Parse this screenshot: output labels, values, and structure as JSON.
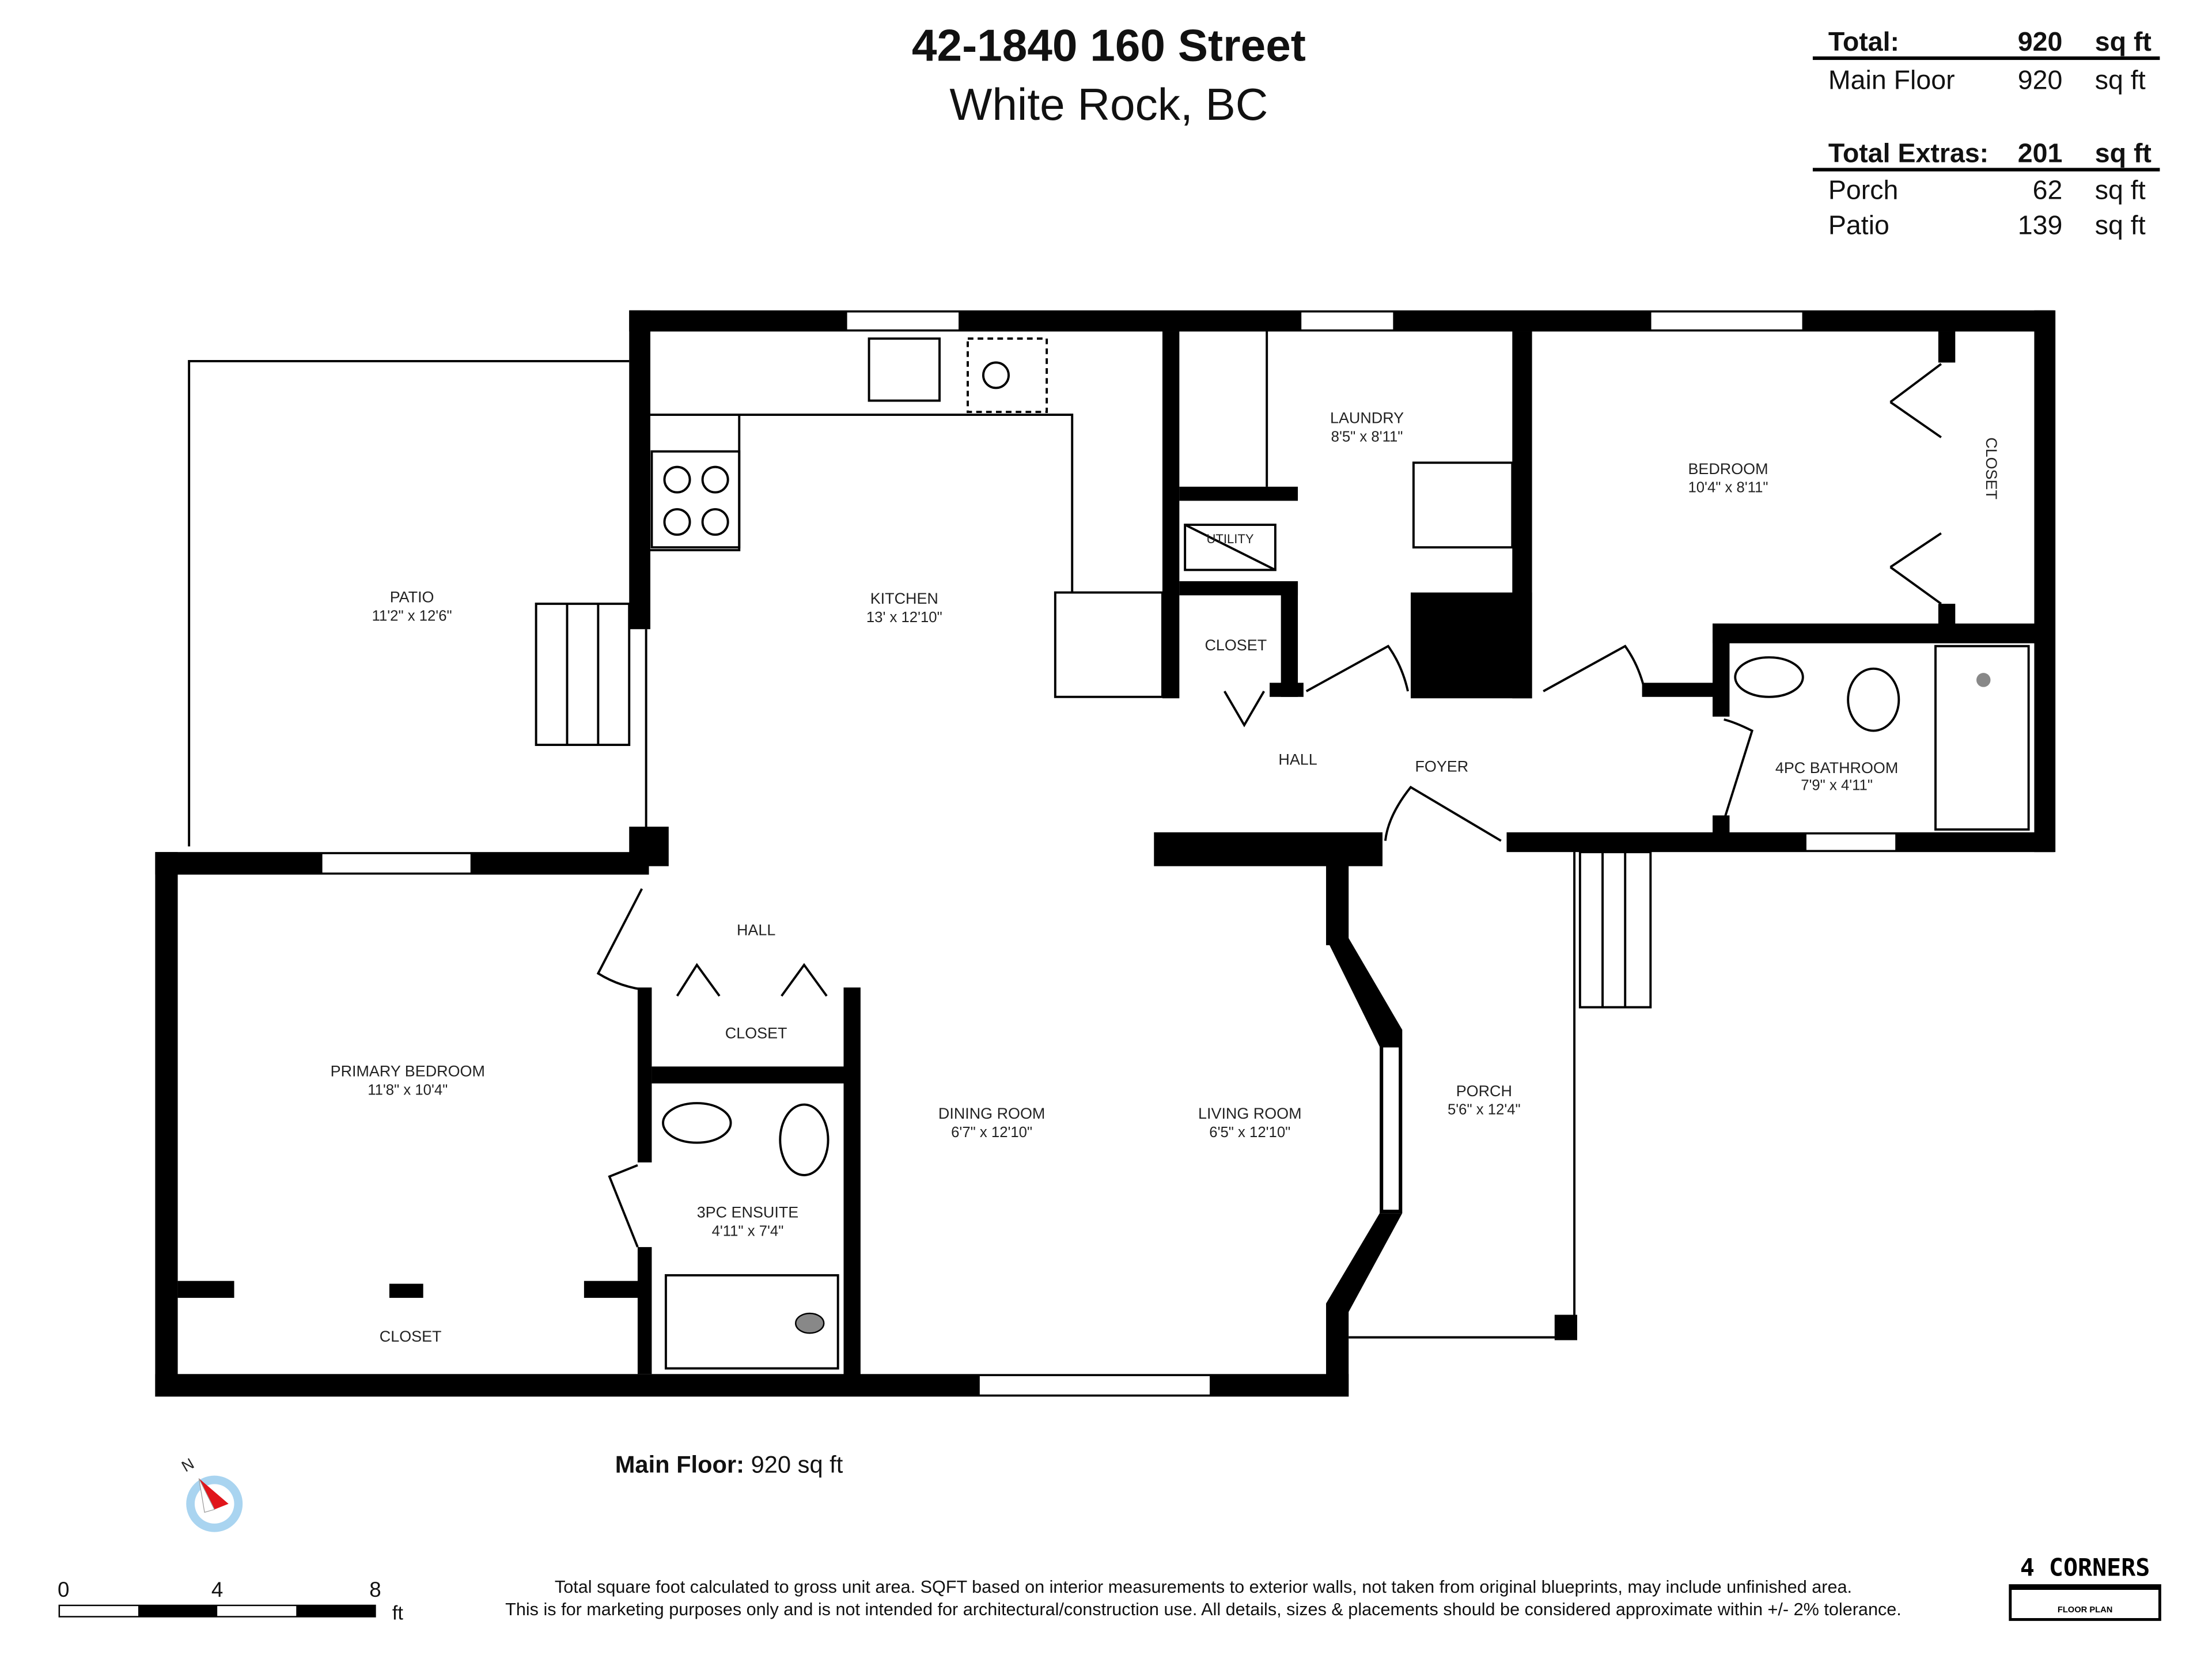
{
  "header": {
    "title": "42-1840 160 Street",
    "subtitle": "White Rock, BC"
  },
  "summary": {
    "total": {
      "label": "Total:",
      "value": "920",
      "unit": "sq ft"
    },
    "floors": [
      {
        "label": "Main Floor",
        "value": "920",
        "unit": "sq ft"
      }
    ],
    "extras_total": {
      "label": "Total Extras:",
      "value": "201",
      "unit": "sq ft"
    },
    "extras": [
      {
        "label": "Porch",
        "value": "62",
        "unit": "sq ft"
      },
      {
        "label": "Patio",
        "value": "139",
        "unit": "sq ft"
      }
    ]
  },
  "rooms": {
    "patio": {
      "name": "PATIO",
      "dim": "11'2\" x 12'6\""
    },
    "kitchen": {
      "name": "KITCHEN",
      "dim": "13' x 12'10\""
    },
    "laundry": {
      "name": "LAUNDRY",
      "dim": "8'5\" x 8'11\""
    },
    "utility": {
      "name": "UTILITY"
    },
    "bedroom": {
      "name": "BEDROOM",
      "dim": "10'4\" x 8'11\""
    },
    "bedroom_closet": {
      "name": "CLOSET"
    },
    "hall_closet": {
      "name": "CLOSET"
    },
    "hall_upper": {
      "name": "HALL"
    },
    "foyer": {
      "name": "FOYER"
    },
    "bathroom": {
      "name": "4PC BATHROOM",
      "dim": "7'9\" x 4'11\""
    },
    "hall_lower": {
      "name": "HALL"
    },
    "closet_mid": {
      "name": "CLOSET"
    },
    "primary_bedroom": {
      "name": "PRIMARY BEDROOM",
      "dim": "11'8\" x 10'4\""
    },
    "dining": {
      "name": "DINING ROOM",
      "dim": "6'7\" x 12'10\""
    },
    "living": {
      "name": "LIVING ROOM",
      "dim": "6'5\" x 12'10\""
    },
    "porch": {
      "name": "PORCH",
      "dim": "5'6\" x 12'4\""
    },
    "ensuite": {
      "name": "3PC ENSUITE",
      "dim": "4'11\" x 7'4\""
    },
    "primary_closet": {
      "name": "CLOSET"
    }
  },
  "floor_label": {
    "bold": "Main Floor:",
    "value": "920 sq ft"
  },
  "compass": {
    "letter": "N",
    "needle_color": "#e0151b",
    "ring_color": "#a9d4f0"
  },
  "scale_bar": {
    "ticks": [
      "0",
      "4",
      "8"
    ],
    "unit": "ft"
  },
  "disclaimer": [
    "Total square foot calculated to gross unit area. SQFT based on interior measurements to exterior walls, not taken from original blueprints, may include unfinished area.",
    "This is for marketing purposes only and is not intended for architectural/construction use.  All details, sizes & placements should be considered approximate within +/- 2%  tolerance."
  ],
  "logo": {
    "text": "4 CORNERS",
    "sub": "FLOOR PLAN"
  }
}
